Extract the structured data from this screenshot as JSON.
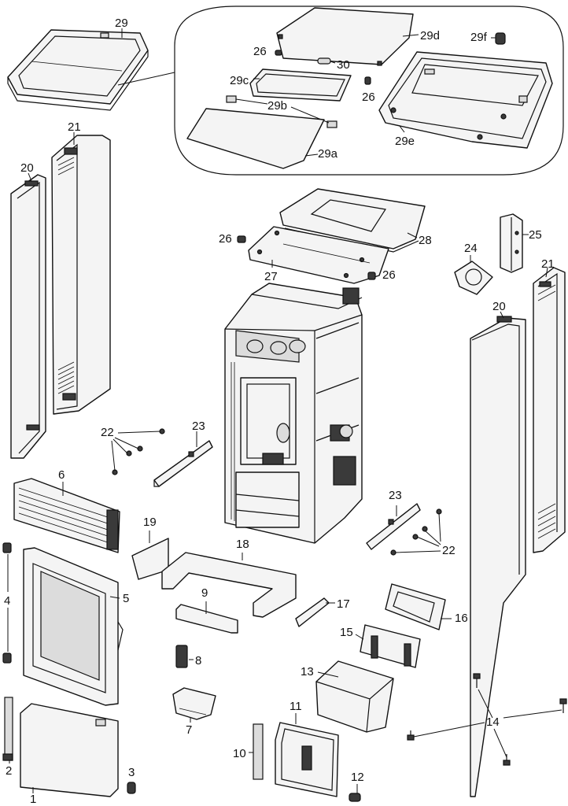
{
  "labels": {
    "l1": "1",
    "l2": "2",
    "l3": "3",
    "l4": "4",
    "l5": "5",
    "l6": "6",
    "l7": "7",
    "l8": "8",
    "l9": "9",
    "l10": "10",
    "l11": "11",
    "l12": "12",
    "l13": "13",
    "l14": "14",
    "l15": "15",
    "l16": "16",
    "l17": "17",
    "l18": "18",
    "l19": "19",
    "l20a": "20",
    "l20b": "20",
    "l21a": "21",
    "l21b": "21",
    "l22a": "22",
    "l22b": "22",
    "l23a": "23",
    "l23b": "23",
    "l24": "24",
    "l25": "25",
    "l26a": "26",
    "l26b": "26",
    "l26c": "26",
    "l26d": "26",
    "l27": "27",
    "l28": "28",
    "l29": "29",
    "l29a": "29a",
    "l29b": "29b",
    "l29c": "29c",
    "l29d": "29d",
    "l29e": "29e",
    "l29f": "29f",
    "l30": "30"
  }
}
